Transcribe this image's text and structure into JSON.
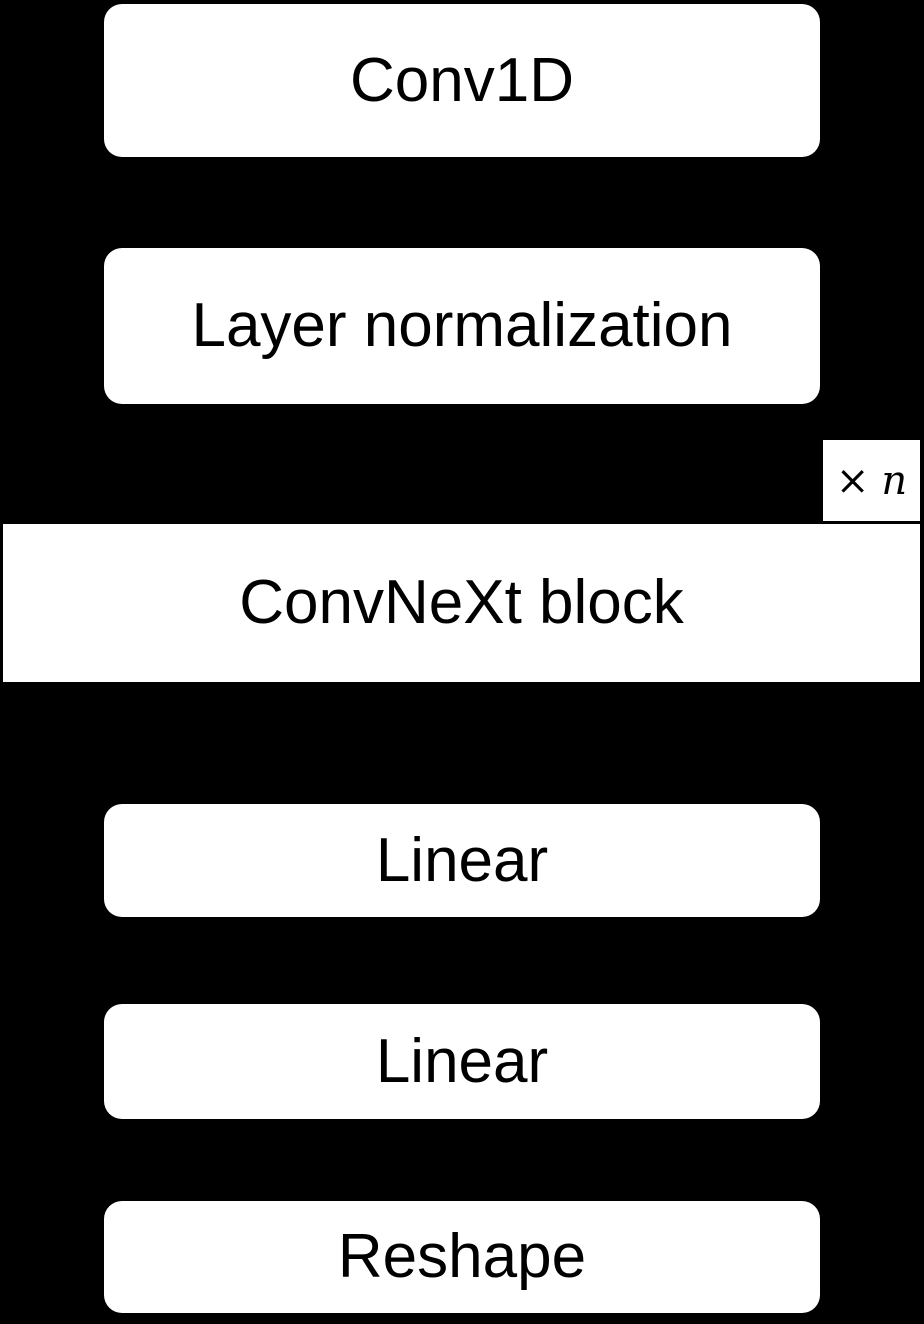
{
  "diagram": {
    "background_color": "#000000",
    "node_fill_color": "#ffffff",
    "node_text_color": "#000000",
    "nodes": [
      {
        "id": "conv1d",
        "label": "Conv1D"
      },
      {
        "id": "layer-norm",
        "label": "Layer normalization"
      },
      {
        "id": "convnext-block",
        "label": "ConvNeXt block"
      },
      {
        "id": "linear-1",
        "label": "Linear"
      },
      {
        "id": "linear-2",
        "label": "Linear"
      },
      {
        "id": "reshape",
        "label": "Reshape"
      }
    ],
    "repeat_badge": {
      "times_symbol": "×",
      "variable": "n"
    }
  }
}
